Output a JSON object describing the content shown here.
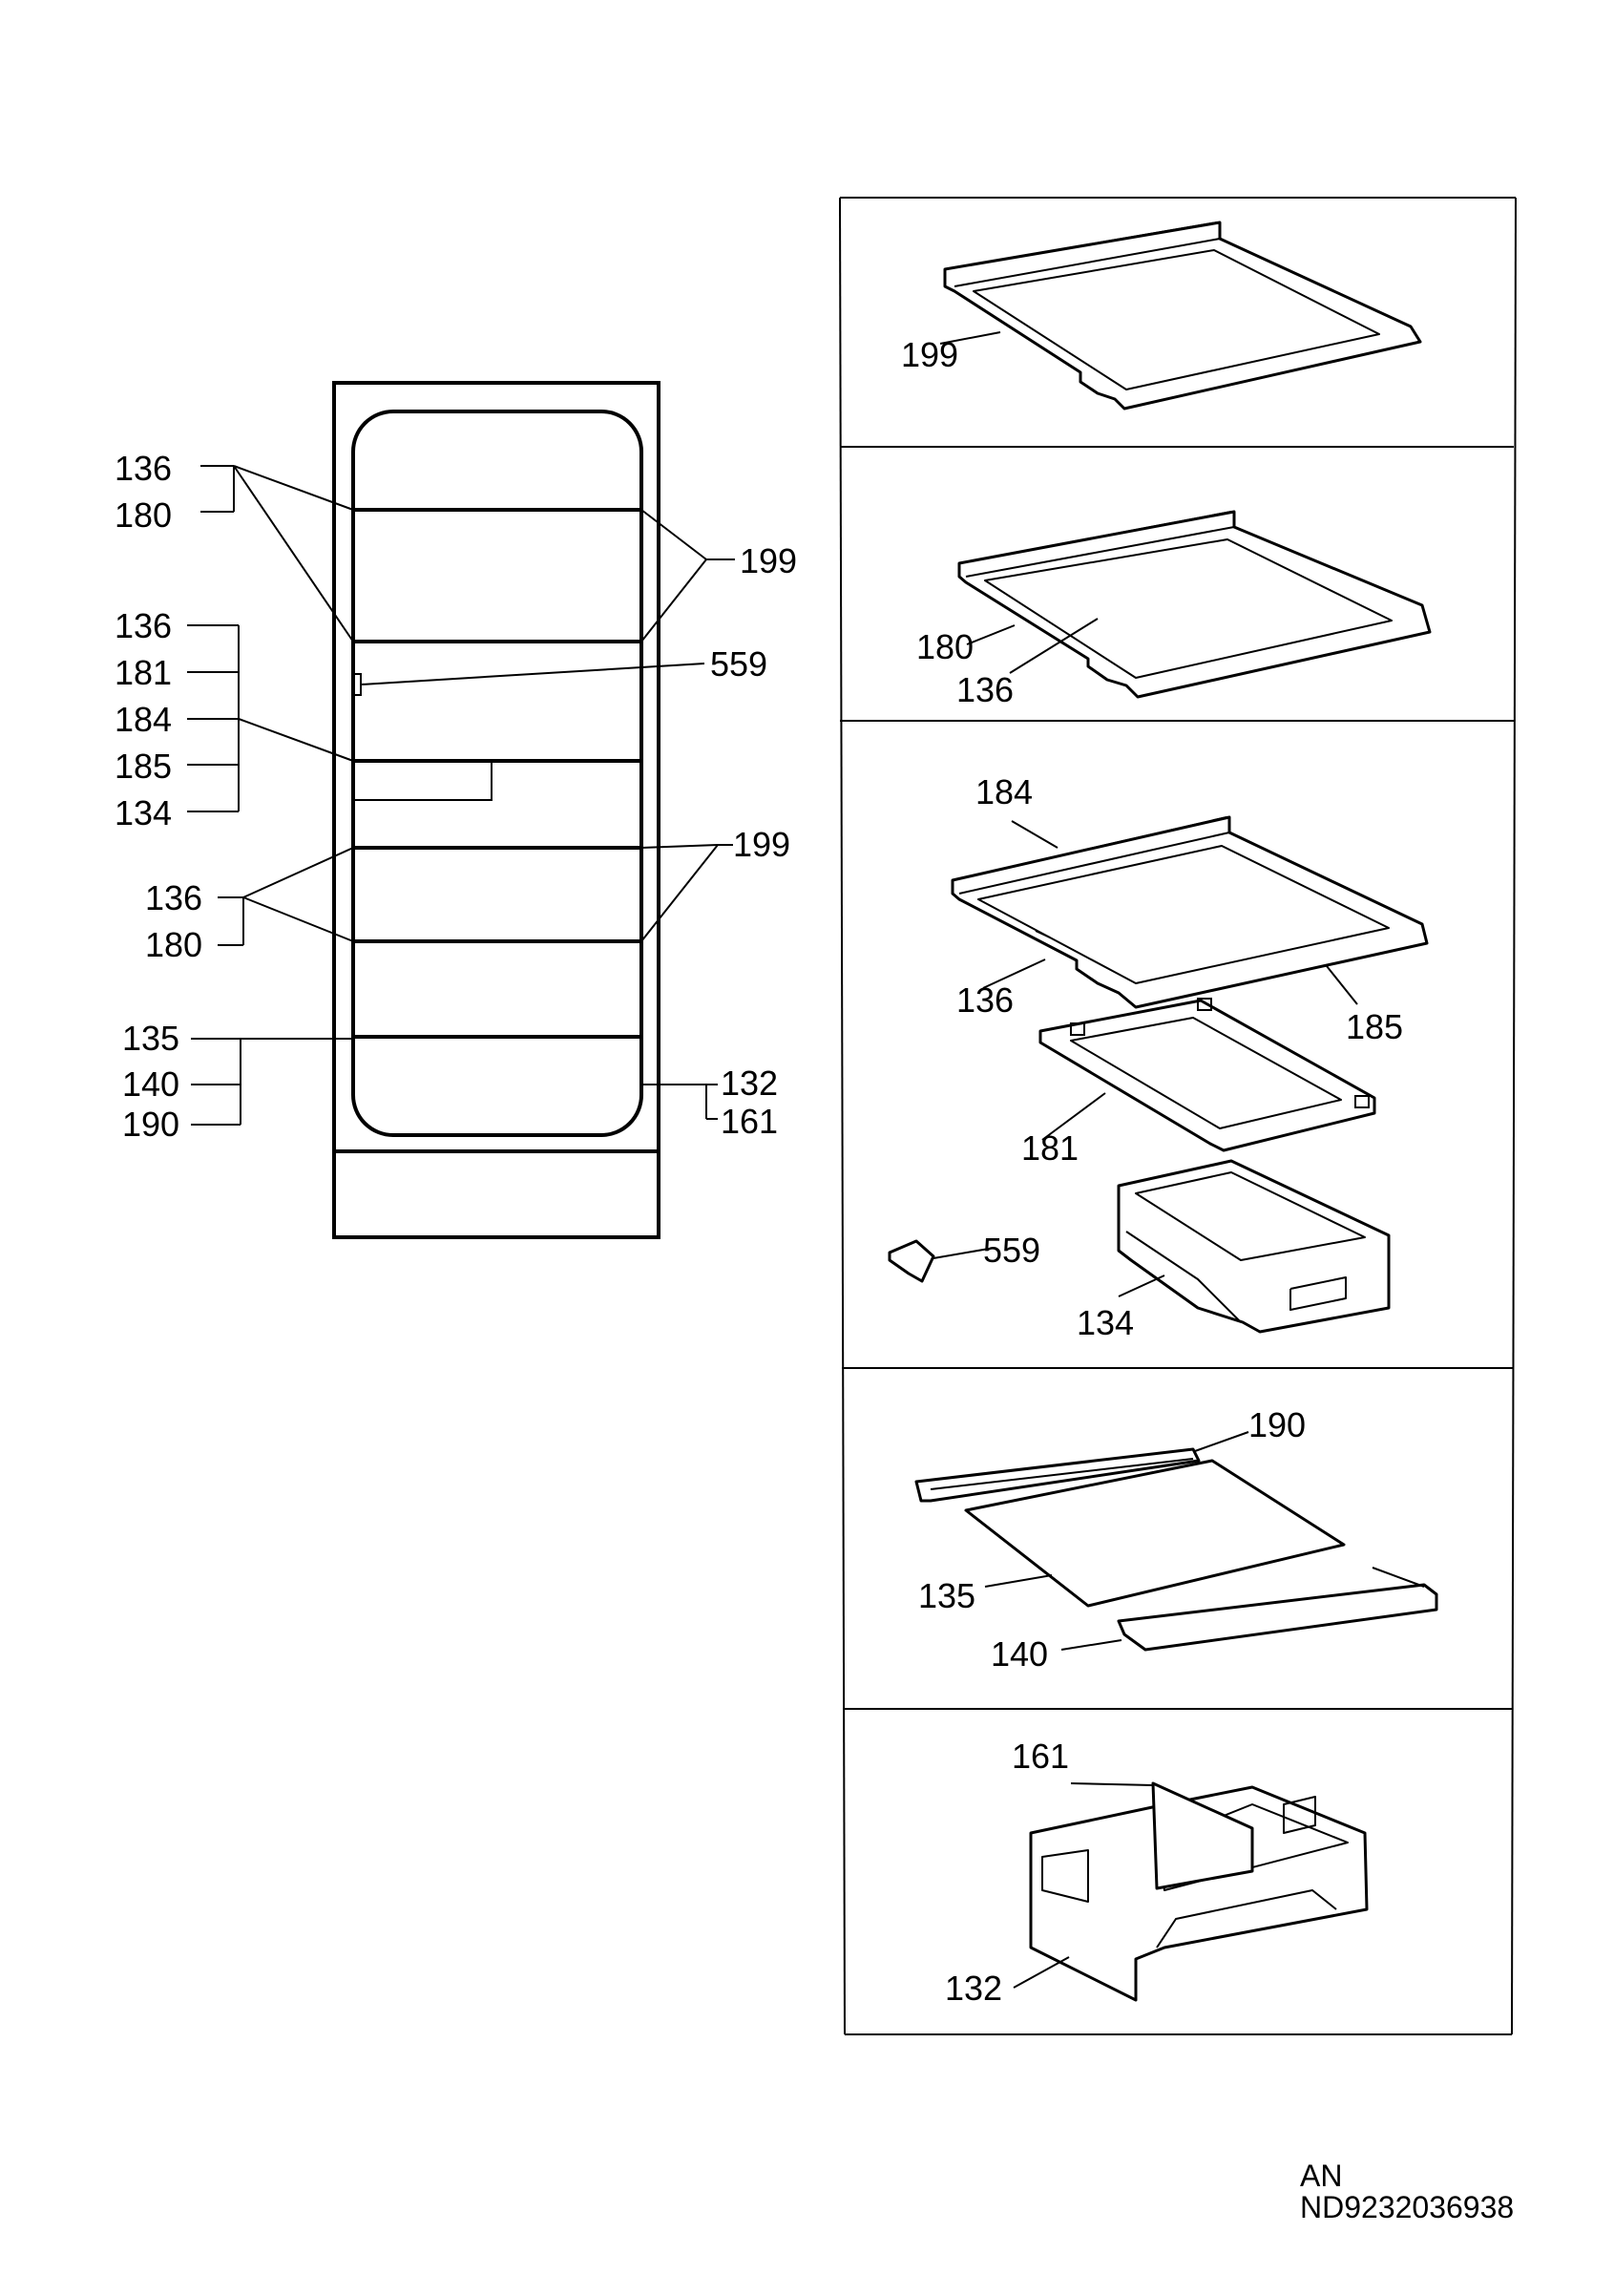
{
  "overview_labels": {
    "l136a": "136",
    "l180a": "180",
    "l199a": "199",
    "l136b": "136",
    "l181": "181",
    "l184": "184",
    "l185": "185",
    "l134": "134",
    "l559": "559",
    "l199b": "199",
    "l136c": "136",
    "l180b": "180",
    "l135": "135",
    "l140": "140",
    "l190": "190",
    "l132": "132",
    "l161": "161"
  },
  "panel1": {
    "l199": "199"
  },
  "panel2": {
    "l180": "180",
    "l136": "136"
  },
  "panel3": {
    "l184": "184",
    "l136": "136",
    "l185": "185",
    "l181": "181",
    "l559": "559",
    "l134": "134"
  },
  "panel4": {
    "l190": "190",
    "l135": "135",
    "l140": "140"
  },
  "panel5": {
    "l161": "161",
    "l132": "132"
  },
  "document": {
    "line1": "AN",
    "line2": "ND9232036938"
  }
}
